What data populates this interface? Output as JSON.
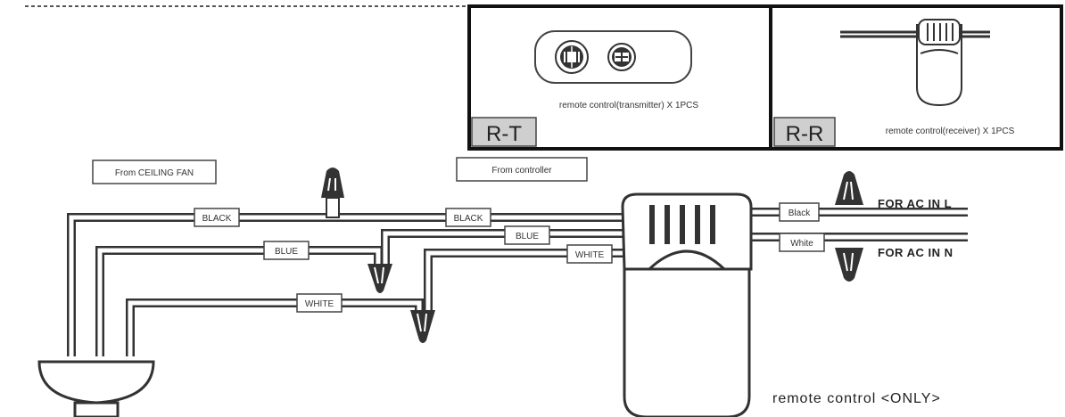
{
  "labels": {
    "from_ceiling_fan": "From CEILING FAN",
    "from_controller": "From controller",
    "black_left": "BLACK",
    "blue_left": "BLUE",
    "white_left": "WHITE",
    "black_mid": "BLACK",
    "blue_mid": "BLUE",
    "white_mid": "WHITE",
    "black_right": "Black",
    "white_right": "White",
    "for_ac_in_l": "FOR AC IN L",
    "for_ac_in_n": "FOR AC IN N",
    "remote_only": "remote control <ONLY>"
  },
  "panels": {
    "transmitter": {
      "code": "R-T",
      "caption": "remote control(transmitter)  X 1PCS"
    },
    "receiver": {
      "code": "R-R",
      "caption": "remote control(receiver)  X  1PCS"
    }
  }
}
